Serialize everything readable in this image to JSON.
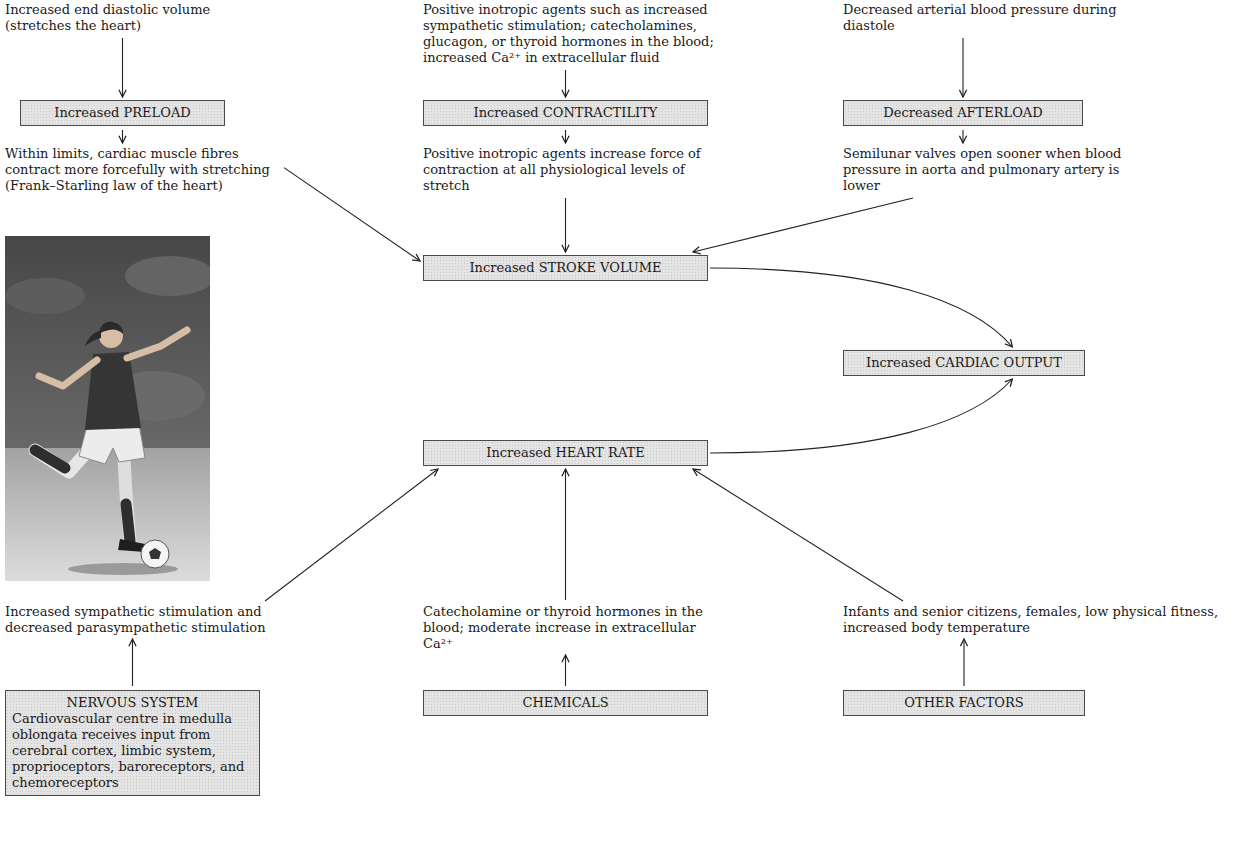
{
  "diagram": {
    "nodes": [
      {
        "text": [
          "Increased PRELOAD"
        ]
      },
      {
        "text": [
          "Increased CONTRACTILITY"
        ]
      },
      {
        "text": [
          "Decreased AFTERLOAD"
        ]
      },
      {
        "text": [
          "Increased STROKE VOLUME"
        ]
      },
      {
        "text": [
          "Increased CARDIAC OUTPUT"
        ]
      },
      {
        "text": [
          "Increased HEART RATE"
        ]
      },
      {
        "text": [
          "NERVOUS SYSTEM",
          "Cardiovascular centre in medulla oblongata receives input from cerebral cortex, limbic system, proprioceptors, baroreceptors, and chemoreceptors"
        ]
      },
      {
        "text": [
          "CHEMICALS"
        ]
      },
      {
        "text": [
          "OTHER FACTORS"
        ]
      }
    ],
    "edges": [
      {
        "from": 3,
        "to": 4,
        "arrow": "to"
      },
      {
        "from": 5,
        "to": 4,
        "arrow": "to"
      }
    ],
    "labels": [
      "Increased end diastolic volume (stretches the heart)",
      "Positive inotropic agents such as increased sympathetic stimulation; catecholamines, glucagon, or thyroid hormones in the blood; increased Ca²⁺ in extracellular fluid",
      "Decreased arterial blood pressure during diastole",
      "Within limits, cardiac muscle fibres contract more forcefully with stretching (Frank–Starling law of the heart)",
      "Positive inotropic agents increase force of contraction at all physiological levels of stretch",
      "Semilunar valves open sooner when blood pressure in aorta and pulmonary artery is lower",
      "Increased sympathetic stimulation and decreased parasympathetic stimulation",
      "Catecholamine or thyroid hormones in the blood; moderate increase in extracellular Ca²⁺",
      "Infants and senior citizens, females, low physical fitness, increased body temperature"
    ]
  }
}
